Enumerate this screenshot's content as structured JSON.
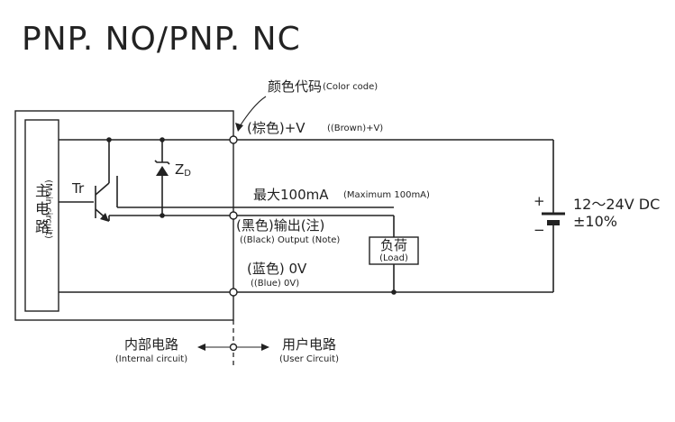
{
  "title": "PNP. NO/PNP. NC",
  "color_code": {
    "zh": "颜色代码",
    "en": "(Color code)"
  },
  "brown": {
    "zh": "(棕色)+V",
    "en": "((Brown)+V)"
  },
  "max_current": {
    "zh": "最大100mA",
    "en": "(Maximum 100mA)"
  },
  "black": {
    "zh": "(黑色)输出(注)",
    "en": "((Black) Output (Note)"
  },
  "blue": {
    "zh": "(蓝色) 0V",
    "en": "((Blue) 0V)"
  },
  "load": {
    "zh": "负荷",
    "en": "(Load)"
  },
  "main_circuit": {
    "zh": "主电路",
    "en": "(Main circuit)"
  },
  "transistor": "Tr",
  "zener": {
    "main": "Z",
    "sub": "D"
  },
  "supply": {
    "voltage": "12～24V DC",
    "tolerance": "±10%",
    "plus": "+",
    "minus": "−"
  },
  "internal": {
    "zh": "内部电路",
    "en": "(Internal circuit)"
  },
  "user": {
    "zh": "用户电路",
    "en": "(User Circuit)"
  }
}
